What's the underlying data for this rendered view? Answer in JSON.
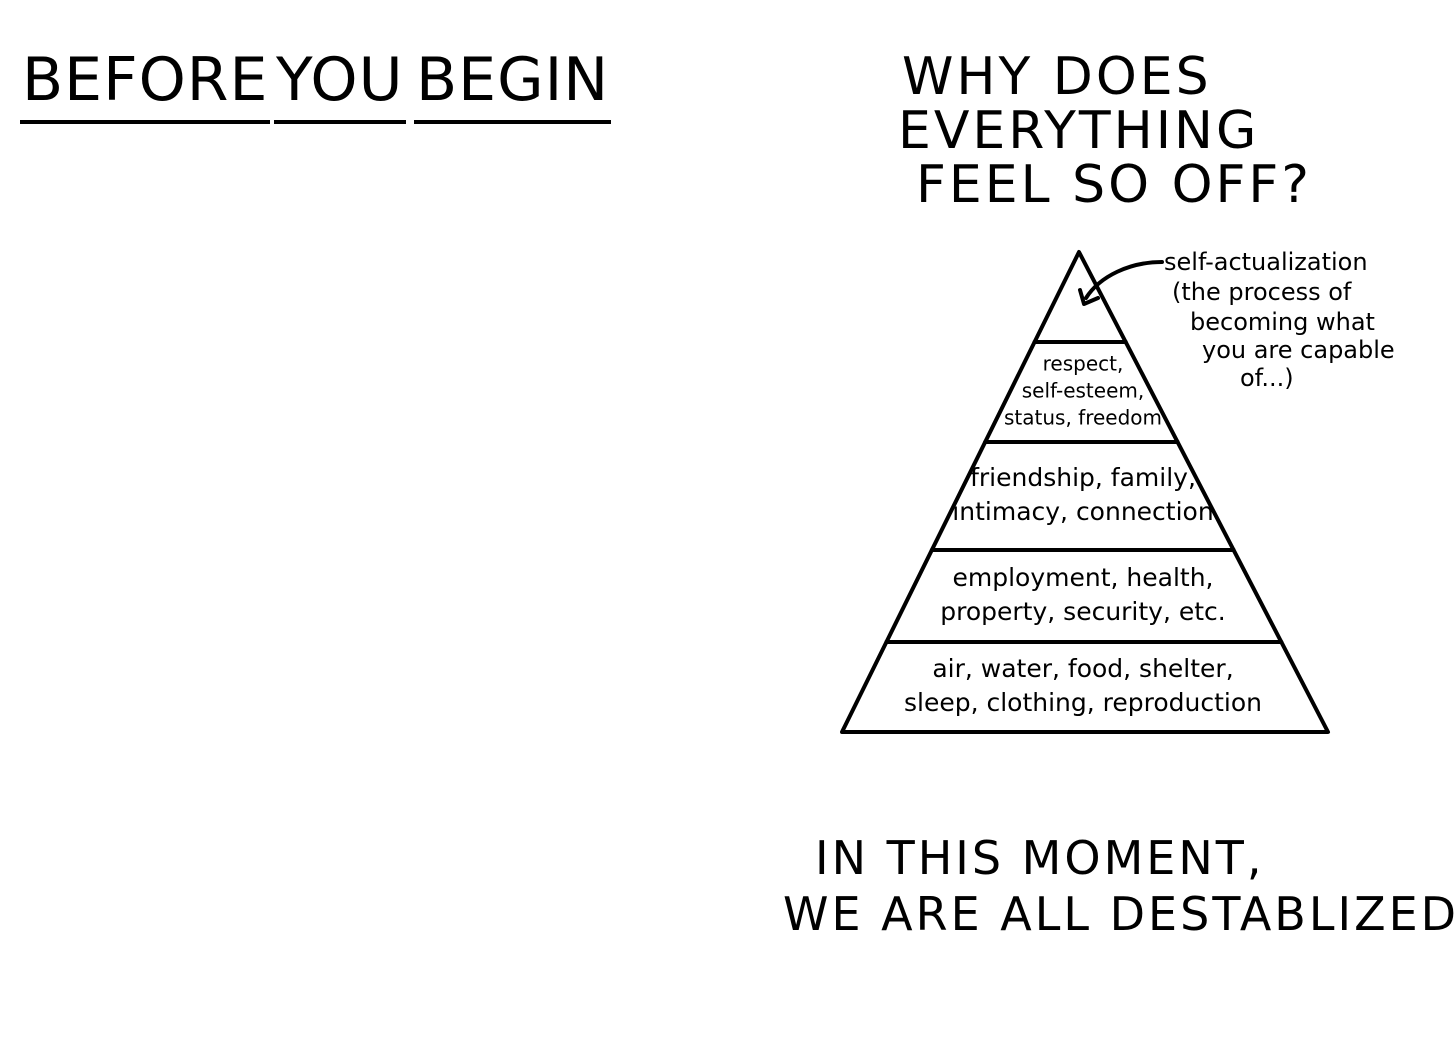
{
  "header": {
    "words": [
      "BEFORE",
      "YOU",
      "BEGIN"
    ]
  },
  "question": {
    "lines": [
      "WHY DOES",
      "EVERYTHING",
      "FEEL SO OFF?"
    ]
  },
  "pyramid": {
    "tiers": [
      {
        "lines": [
          "air, water, food, shelter,",
          "sleep, clothing, reproduction"
        ]
      },
      {
        "lines": [
          "employment, health,",
          "property, security, etc."
        ]
      },
      {
        "lines": [
          "friendship, family,",
          "intimacy, connection"
        ]
      },
      {
        "lines": [
          "respect,",
          "self-esteem,",
          "status, freedom"
        ]
      },
      {
        "lines": []
      }
    ],
    "stroke_color": "#000000"
  },
  "side_note": {
    "lines": [
      "self-actualization",
      "(the process of",
      "becoming what",
      "you are capable",
      "of...)"
    ]
  },
  "bottom": {
    "lines": [
      "IN THIS MOMENT,",
      "WE ARE ALL DESTABLIZED..."
    ]
  }
}
